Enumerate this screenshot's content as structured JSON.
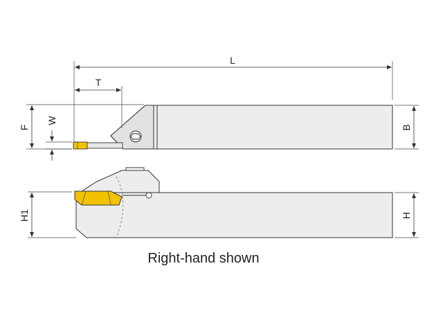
{
  "labels": {
    "L": "L",
    "T": "T",
    "F": "F",
    "W": "W",
    "B": "B",
    "H1": "H1",
    "H": "H"
  },
  "caption": "Right-hand shown",
  "colors": {
    "background": "#ffffff",
    "shank_fill": "#ededed",
    "insert_fill": "#f2c200",
    "outline": "#333333"
  }
}
